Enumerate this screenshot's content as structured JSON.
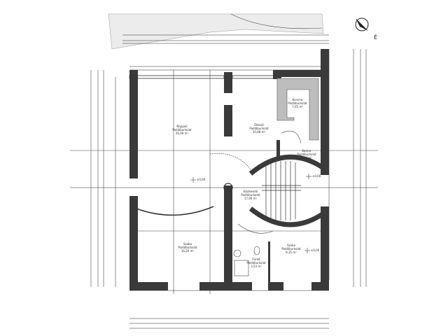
{
  "plan": {
    "rooms": [
      {
        "name": "Nappali",
        "subtitle": "Padlóburkolat",
        "area": "26,09 m²"
      },
      {
        "name": "Étkező",
        "subtitle": "Padlóburkolat",
        "area": "10,88 m²"
      },
      {
        "name": "Konyha",
        "subtitle": "Padlóburkolat",
        "area": "7,05 m²"
      },
      {
        "name": "Kamra",
        "subtitle": "Padlóburkolat",
        "area": "2,00 m²"
      },
      {
        "name": "Közlekedő",
        "subtitle": "Padlóburkolat",
        "area": "17,90 m²"
      },
      {
        "name": "Szoba",
        "subtitle": "Padlóburkolat",
        "area": "16,20 m²"
      },
      {
        "name": "Fürdő",
        "subtitle": "Padlóburkolat",
        "area": "3,53 m²"
      },
      {
        "name": "Szoba",
        "subtitle": "Padlóburkolat",
        "area": "9,35 m²"
      }
    ],
    "level_marks": [
      "±0,00",
      "±0,00",
      "±0,00"
    ],
    "north_label": "É",
    "colors": {
      "wall": "#3a3a3a",
      "kitchen": "#bdbdbd",
      "terrace": "#e8e8e8"
    }
  }
}
